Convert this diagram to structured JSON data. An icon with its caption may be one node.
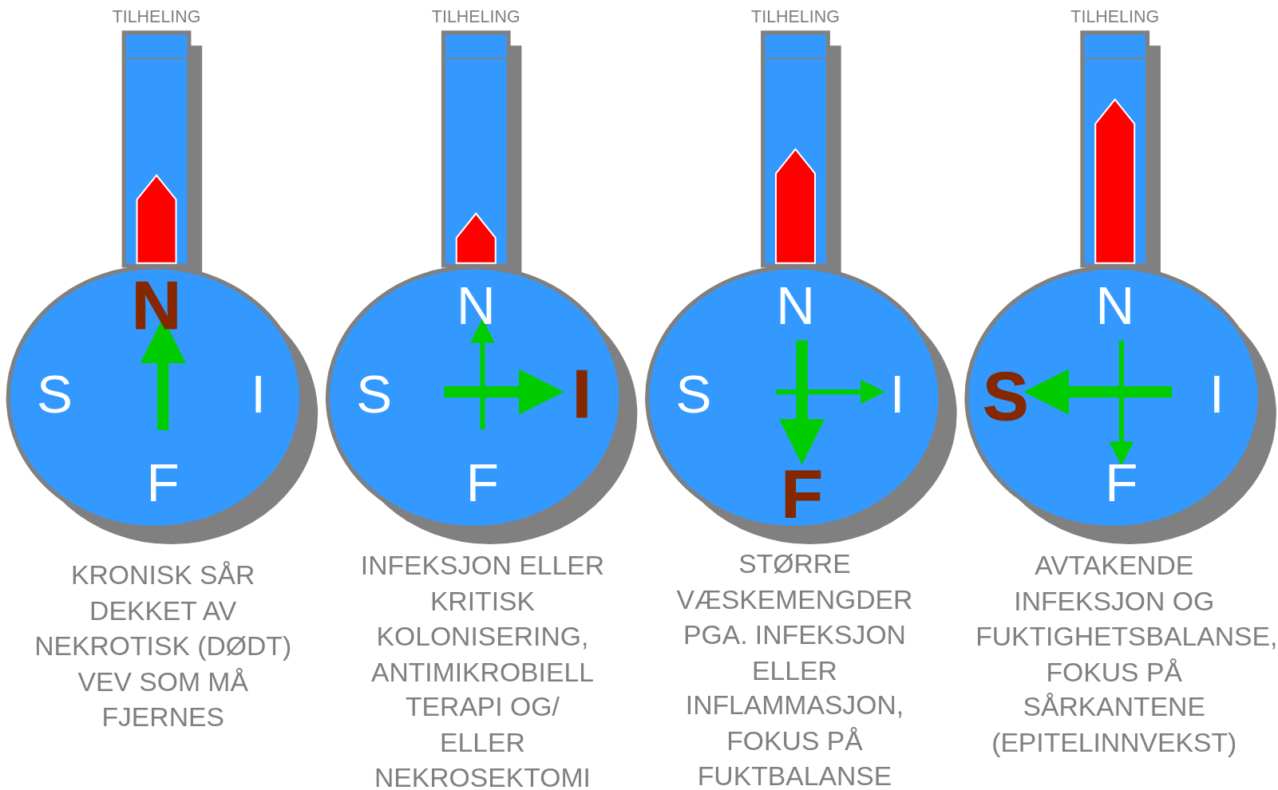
{
  "diagram": {
    "labels": [
      "TILHELING",
      "N",
      "S",
      "I",
      "F",
      "KRONISK SÅR DEKKET AV NEKROTISK (DØDT) VEV SOM MÅ FJERNES",
      "TILHELING",
      "N",
      "S",
      "I",
      "F",
      "INFEKSJON ELLER KRITISK KOLONISERING, ANTIMIKROBIELL TERAPI OG/ ELLER NEKROSEKTOMI",
      "TILHELING",
      "N",
      "S",
      "I",
      "F",
      "STØRRE VÆSKEMENGDER PGA. INFEKSJON ELLER INFLAMMASJON, FOKUS PÅ FUKTBALANSE",
      "TILHELING",
      "N",
      "S",
      "I",
      "F",
      "AVTAKENDE INFEKSJON OG FUKTIGHETSBALANSE, FOKUS PÅ SÅRKANTENE (EPITELINNVEKST)"
    ]
  }
}
